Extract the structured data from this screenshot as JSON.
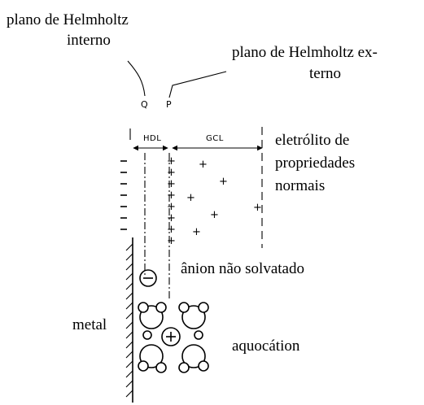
{
  "labels": {
    "inner_plane_line1": "plano de Helmholtz",
    "inner_plane_line2": "interno",
    "outer_plane_line1": "plano de Helmholtz ex-",
    "outer_plane_line2": "terno",
    "plane_q": "Q",
    "plane_p": "P",
    "hdl": "HDL",
    "gcl": "GCL",
    "electrolyte_line1": "eletrólito de",
    "electrolyte_line2": "propriedades",
    "electrolyte_line3": "normais",
    "anion": "ânion não solvatado",
    "metal": "metal",
    "cation": "aquocátion",
    "anion_sign": "−",
    "cation_sign": "+"
  }
}
